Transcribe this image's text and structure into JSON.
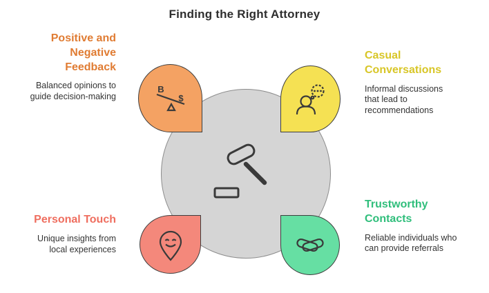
{
  "title": "Finding the Right Attorney",
  "colors": {
    "orange_fill": "#F4A263",
    "orange_text": "#E07C33",
    "yellow_fill": "#F5E153",
    "yellow_text": "#D8C627",
    "red_fill": "#F4887B",
    "red_text": "#EF6E5F",
    "green_fill": "#66DFA3",
    "green_text": "#2FBE7B",
    "circle_fill": "#D5D5D5",
    "circle_stroke": "#8C8C8C",
    "icon_stroke": "#3A3A3A",
    "title_color": "#2E2E2E",
    "body_color": "#333333"
  },
  "center": {
    "icon": "gavel-icon"
  },
  "icons": {
    "balance": {
      "left_label": "B",
      "right_label": "$"
    }
  },
  "sections": {
    "top_left": {
      "heading": "Positive and\nNegative\nFeedback",
      "body": "Balanced opinions to\nguide decision-making",
      "icon": "balance-seesaw-icon"
    },
    "top_right": {
      "heading": "Casual\nConversations",
      "body": "Informal discussions\nthat lead to\nrecommendations",
      "icon": "conversation-icon"
    },
    "bottom_left": {
      "heading": "Personal Touch",
      "body": "Unique insights from\nlocal experiences",
      "icon": "location-smile-icon"
    },
    "bottom_right": {
      "heading": "Trustworthy\nContacts",
      "body": "Reliable individuals who\ncan provide referrals",
      "icon": "handshake-icon"
    }
  }
}
